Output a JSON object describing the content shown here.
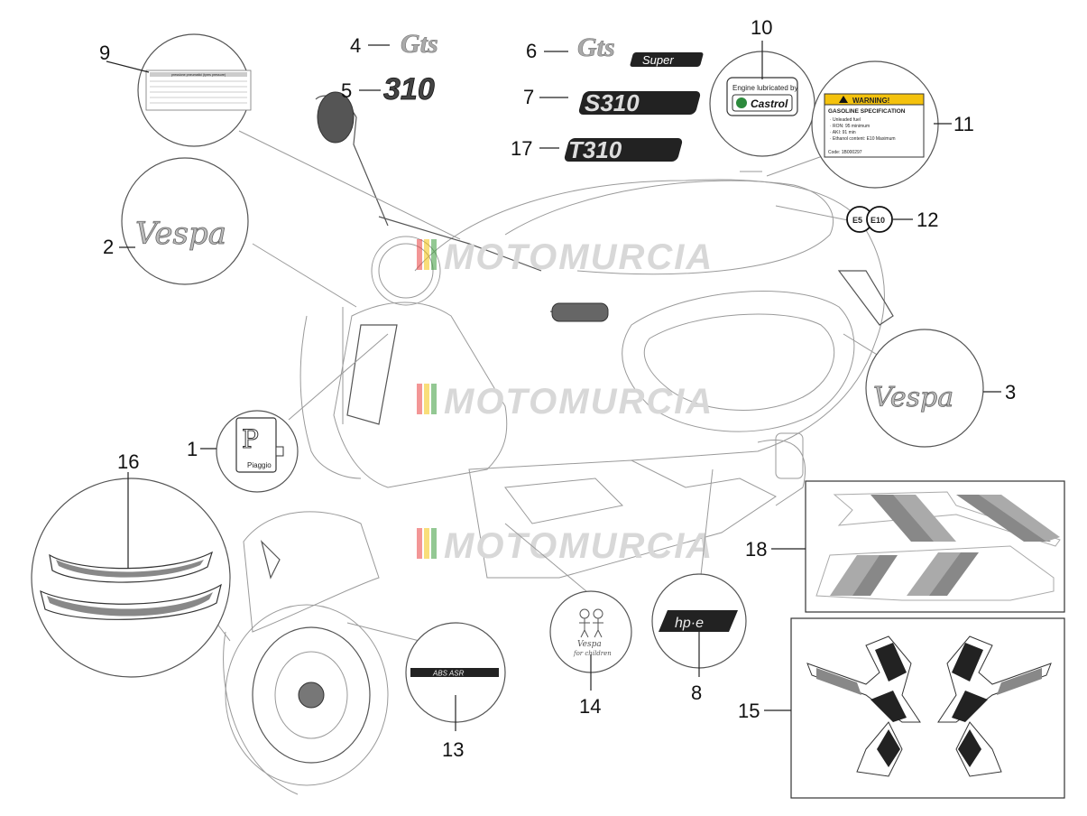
{
  "callouts": [
    {
      "id": "1",
      "label": "1"
    },
    {
      "id": "2",
      "label": "2"
    },
    {
      "id": "3",
      "label": "3"
    },
    {
      "id": "4",
      "label": "4"
    },
    {
      "id": "5",
      "label": "5"
    },
    {
      "id": "6",
      "label": "6"
    },
    {
      "id": "7",
      "label": "7"
    },
    {
      "id": "8",
      "label": "8"
    },
    {
      "id": "9",
      "label": "9"
    },
    {
      "id": "10",
      "label": "10"
    },
    {
      "id": "11",
      "label": "11"
    },
    {
      "id": "12",
      "label": "12"
    },
    {
      "id": "13",
      "label": "13"
    },
    {
      "id": "14",
      "label": "14"
    },
    {
      "id": "15",
      "label": "15"
    },
    {
      "id": "16",
      "label": "16"
    },
    {
      "id": "17",
      "label": "17"
    },
    {
      "id": "18",
      "label": "18"
    }
  ],
  "decals": {
    "gts": "Gts",
    "num310": "310",
    "gts_super_a": "Gts",
    "gts_super_b": "Super",
    "s310": "S310",
    "t310": "T310",
    "vespa": "Vespa",
    "castrol_line1": "Engine lubricated by",
    "castrol_line2": "Castrol",
    "warning_title": "WARNING!",
    "gasoline_title": "GASOLINE SPECIFICATION",
    "gasoline_l1": "· Unleaded fuel",
    "gasoline_l2": "· RON: 95 minimum",
    "gasoline_l3": "· AKI: 91 min",
    "gasoline_l4": "· Ethanol content: E10 Maximum",
    "gasoline_code": "Code: 1B000297",
    "e5": "E5",
    "e10": "E10",
    "piaggio_letter": "P",
    "piaggio_word": "Piaggio",
    "abs_asr": "ABS ASR",
    "hpe": "hp·e",
    "vespa_children_a": "Vespa",
    "vespa_children_b": "for children",
    "tyre_title": "pressione pneumatici (tyres pressure)"
  },
  "watermark": "MOTOMURCIA",
  "colors": {
    "watermark_stripes": [
      "#e94040",
      "#f4c20d",
      "#3a9a3a"
    ],
    "warning_yellow": "#f4c20d",
    "castrol_green": "#2c8a3c",
    "stripe_grey": "#888888"
  }
}
